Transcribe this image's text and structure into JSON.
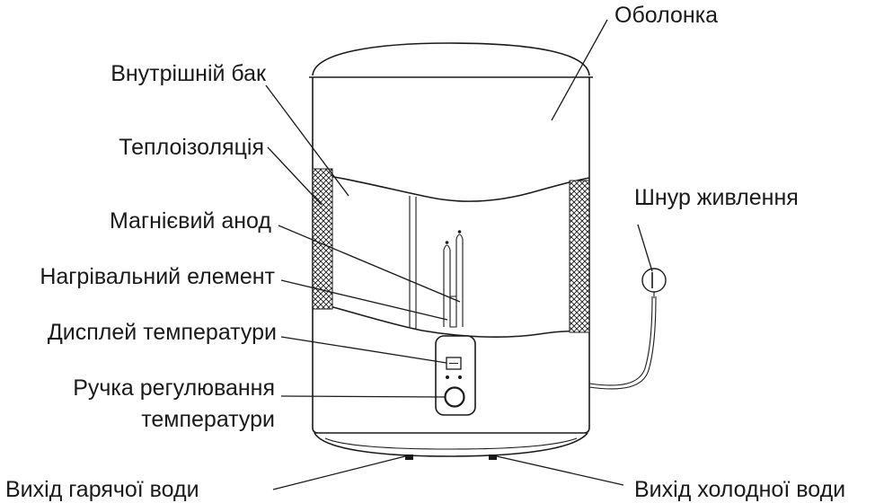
{
  "labels": {
    "shell": "Оболонка",
    "inner_tank": "Внутрішній бак",
    "insulation": "Теплоізоляція",
    "anode": "Магнієвий анод",
    "heater": "Нагрівальний елемент",
    "display": "Дисплей температури",
    "knob_line1": "Ручка регулювання",
    "knob_line2": "температури",
    "power_cord": "Шнур живлення",
    "hot_out": "Вихід гарячої води",
    "cold_out": "Вихід холодної води"
  },
  "colors": {
    "line": "#1a1a1a",
    "background": "#ffffff"
  }
}
